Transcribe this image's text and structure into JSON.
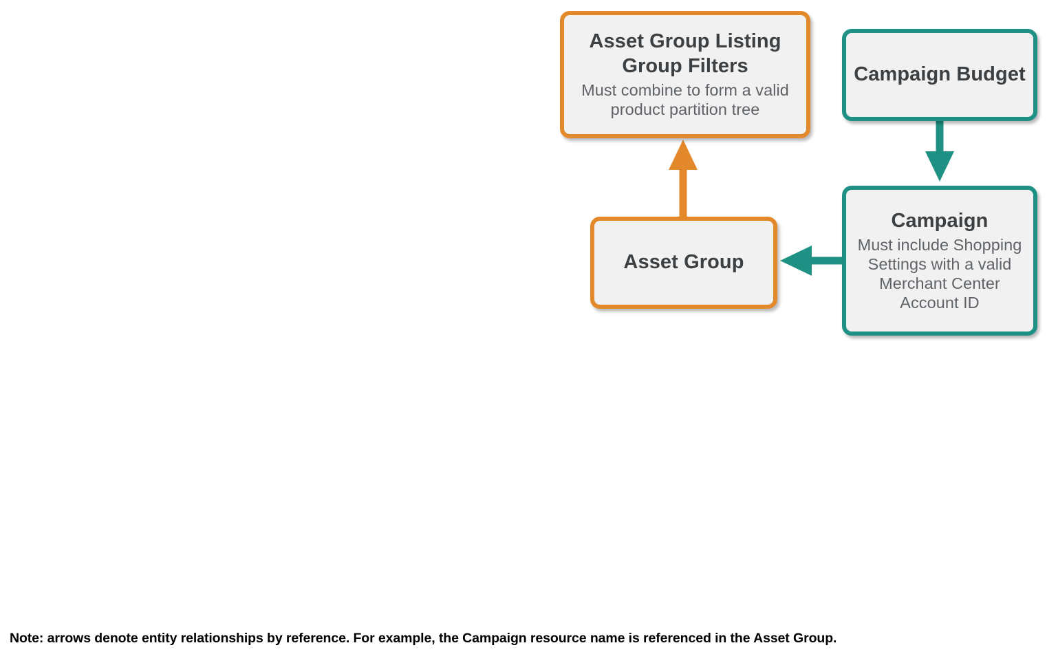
{
  "diagram": {
    "type": "entity-relationship",
    "background_color": "#FFFFFF",
    "colors": {
      "orange": "#E3892B",
      "teal": "#1F9184",
      "node_fill": "#F1F1F1",
      "title_text": "#3C4043",
      "subtitle_text": "#5F6368",
      "note_text": "#000000"
    },
    "nodes": [
      {
        "id": "asset-group-listing-group-filters",
        "title": "Asset Group Listing Group Filters",
        "subtitle": "Must combine to form a valid product partition tree",
        "accent": "orange"
      },
      {
        "id": "campaign-budget",
        "title": "Campaign Budget",
        "subtitle": "",
        "accent": "teal"
      },
      {
        "id": "asset-group",
        "title": "Asset Group",
        "subtitle": "",
        "accent": "orange"
      },
      {
        "id": "campaign",
        "title": "Campaign",
        "subtitle": "Must include Shopping Settings with a valid Merchant Center Account ID",
        "accent": "teal"
      }
    ],
    "edges": [
      {
        "id": "asset-group-to-listing-group-filters",
        "from": "asset-group",
        "to": "asset-group-listing-group-filters",
        "direction": "up",
        "color": "orange"
      },
      {
        "id": "campaign-budget-to-campaign",
        "from": "campaign-budget",
        "to": "campaign",
        "direction": "down",
        "color": "teal"
      },
      {
        "id": "campaign-to-asset-group",
        "from": "campaign",
        "to": "asset-group",
        "direction": "left",
        "color": "teal"
      }
    ],
    "note": "Note: arrows denote entity relationships by reference. For example, the Campaign resource name is referenced in the Asset Group."
  }
}
